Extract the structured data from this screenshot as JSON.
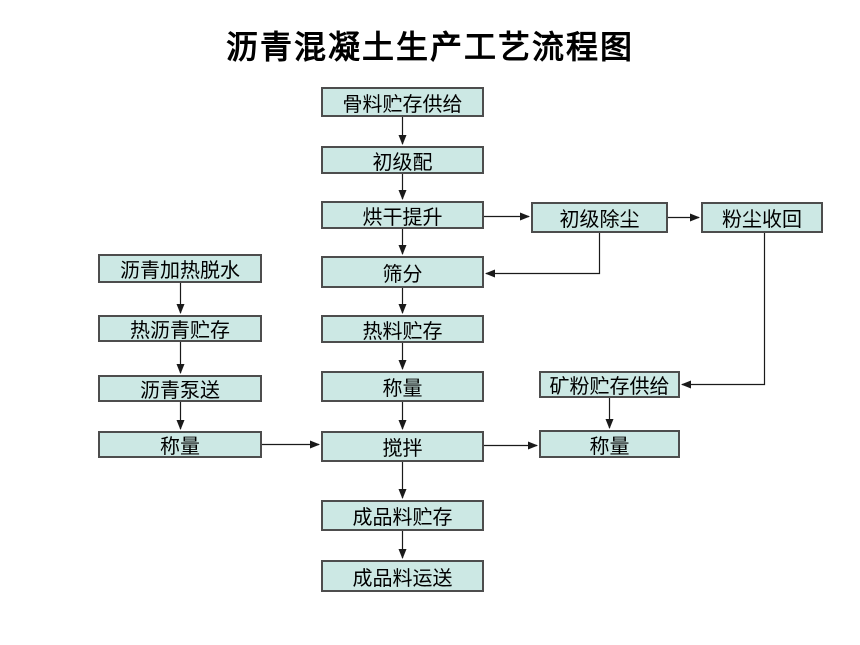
{
  "title": "沥青混凝土生产工艺流程图",
  "colors": {
    "background": "#ffffff",
    "box_fill": "#cce8e4",
    "box_border": "#4d4d4d",
    "line": "#1a1a1a",
    "text": "#000000"
  },
  "nodes": {
    "aggregate_storage_supply": {
      "label": "骨料贮存供给"
    },
    "primary_batching": {
      "label": "初级配"
    },
    "drying_lifting": {
      "label": "烘干提升"
    },
    "primary_dust_removal": {
      "label": "初级除尘"
    },
    "dust_recovery": {
      "label": "粉尘收回"
    },
    "screening": {
      "label": "筛分"
    },
    "hot_material_storage": {
      "label": "热料贮存"
    },
    "weighing_center": {
      "label": "称量"
    },
    "mixing": {
      "label": "搅拌"
    },
    "finished_material_storage": {
      "label": "成品料贮存"
    },
    "finished_material_transport": {
      "label": "成品料运送"
    },
    "asphalt_heating_dehydration": {
      "label": "沥青加热脱水"
    },
    "hot_asphalt_storage": {
      "label": "热沥青贮存"
    },
    "asphalt_pumping": {
      "label": "沥青泵送"
    },
    "weighing_left": {
      "label": "称量"
    },
    "mineral_powder_storage_supply": {
      "label": "矿粉贮存供给"
    },
    "weighing_right": {
      "label": "称量"
    }
  },
  "edges": [
    {
      "from": "aggregate_storage_supply",
      "to": "primary_batching"
    },
    {
      "from": "primary_batching",
      "to": "drying_lifting"
    },
    {
      "from": "drying_lifting",
      "to": "primary_dust_removal"
    },
    {
      "from": "primary_dust_removal",
      "to": "dust_recovery"
    },
    {
      "from": "drying_lifting",
      "to": "screening"
    },
    {
      "from": "primary_dust_removal",
      "to": "screening"
    },
    {
      "from": "screening",
      "to": "hot_material_storage"
    },
    {
      "from": "hot_material_storage",
      "to": "weighing_center"
    },
    {
      "from": "weighing_center",
      "to": "mixing"
    },
    {
      "from": "asphalt_heating_dehydration",
      "to": "hot_asphalt_storage"
    },
    {
      "from": "hot_asphalt_storage",
      "to": "asphalt_pumping"
    },
    {
      "from": "asphalt_pumping",
      "to": "weighing_left"
    },
    {
      "from": "weighing_left",
      "to": "mixing"
    },
    {
      "from": "mixing",
      "to": "weighing_right"
    },
    {
      "from": "dust_recovery",
      "to": "mineral_powder_storage_supply"
    },
    {
      "from": "mineral_powder_storage_supply",
      "to": "weighing_right"
    },
    {
      "from": "mixing",
      "to": "finished_material_storage"
    },
    {
      "from": "finished_material_storage",
      "to": "finished_material_transport"
    }
  ]
}
